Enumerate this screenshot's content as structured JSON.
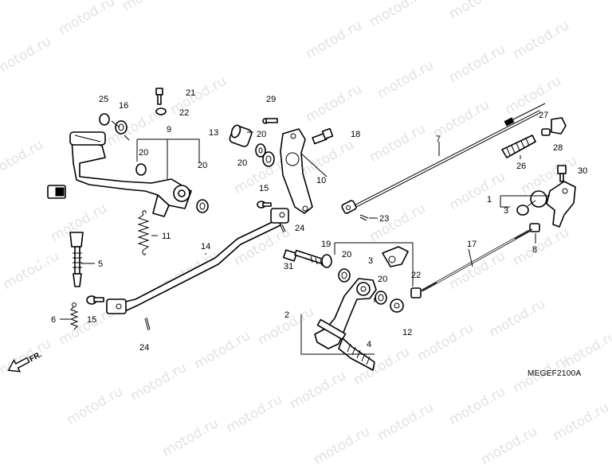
{
  "watermark": "motod.ru",
  "diagram_code": "MEGEF2100A",
  "direction_label": "FR.",
  "callouts": [
    "1",
    "2",
    "3",
    "4",
    "5",
    "6",
    "7",
    "8",
    "9",
    "10",
    "11",
    "12",
    "13",
    "14",
    "15",
    "16",
    "17",
    "18",
    "19",
    "20",
    "21",
    "22",
    "23",
    "24",
    "25",
    "26",
    "27",
    "28",
    "29",
    "30",
    "31"
  ]
}
